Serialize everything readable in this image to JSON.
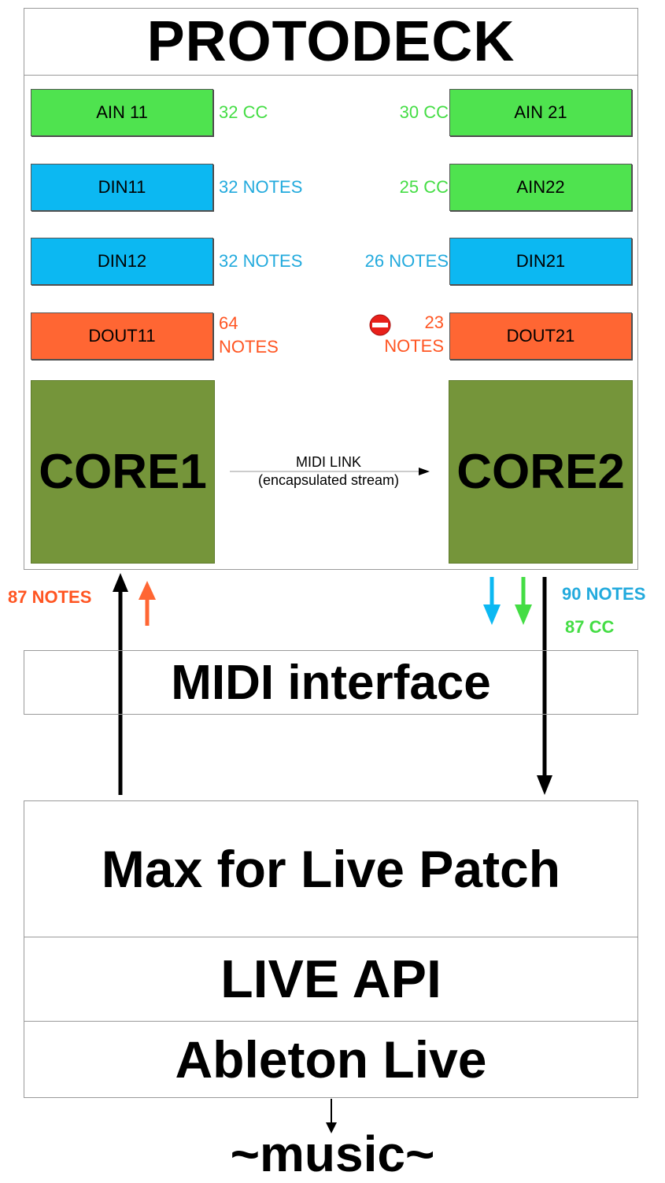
{
  "title": "PROTODECK",
  "left_modules": [
    {
      "label": "AIN 11",
      "count": "32 CC",
      "color": "#4fe34f",
      "count_color": "#44dd44"
    },
    {
      "label": "DIN11",
      "count": "32 NOTES",
      "color": "#0cb8f2",
      "count_color": "#22aadd"
    },
    {
      "label": "DIN12",
      "count": "32 NOTES",
      "color": "#0cb8f2",
      "count_color": "#22aadd"
    },
    {
      "label": "DOUT11",
      "count_line1": "64",
      "count_line2": "NOTES",
      "color": "#ff6633",
      "count_color": "#ff5522"
    }
  ],
  "right_modules": [
    {
      "label": "AIN 21",
      "count": "30 CC",
      "color": "#4fe34f",
      "count_color": "#44dd44"
    },
    {
      "label": "AIN22",
      "count": "25 CC",
      "color": "#4fe34f",
      "count_color": "#44dd44"
    },
    {
      "label": "DIN21",
      "count": "26 NOTES",
      "color": "#0cb8f2",
      "count_color": "#22aadd"
    },
    {
      "label": "DOUT21",
      "count_line1": "23",
      "count_line2": "NOTES",
      "color": "#ff6633",
      "count_color": "#ff5522",
      "icon": "no-entry-icon"
    }
  ],
  "cores": {
    "left": "CORE1",
    "right": "CORE2"
  },
  "midi_link": {
    "line1": "MIDI LINK",
    "line2": "(encapsulated stream)"
  },
  "flows": {
    "left_label": "87 NOTES",
    "right_notes": "90 NOTES",
    "right_cc": "87 CC"
  },
  "stack": {
    "midi_interface": "MIDI interface",
    "max_patch": "Max for Live Patch",
    "live_api": "LIVE API",
    "ableton": "Ableton Live"
  },
  "output": "~music~",
  "colors": {
    "green": "#4fe34f",
    "blue": "#0cb8f2",
    "orange": "#ff6633",
    "core": "#75953a"
  }
}
